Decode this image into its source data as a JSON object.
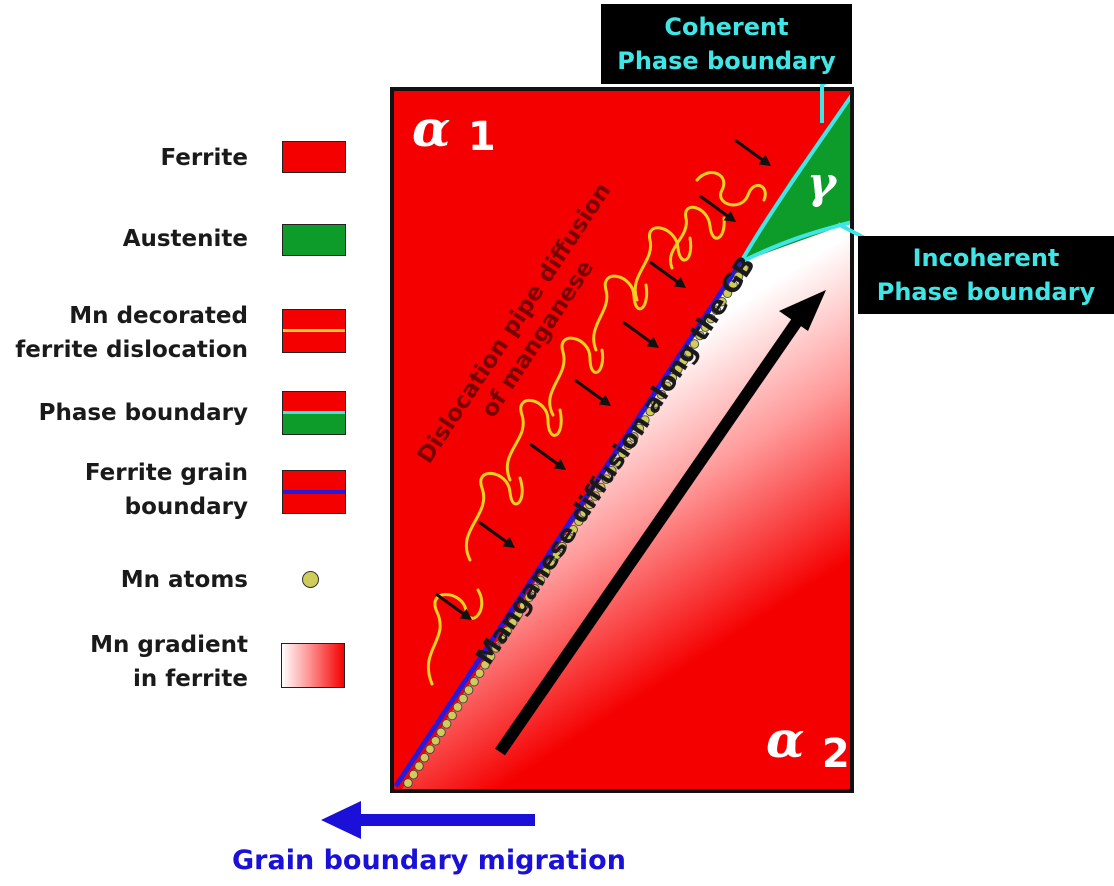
{
  "legend": {
    "ferrite": "Ferrite",
    "austenite": "Austenite",
    "mn_decorated_line1": "Mn decorated",
    "mn_decorated_line2": "ferrite dislocation",
    "phase_boundary": "Phase boundary",
    "ferrite_gb_line1": "Ferrite grain",
    "ferrite_gb_line2": "boundary",
    "mn_atoms": "Mn atoms",
    "mn_gradient_line1": "Mn gradient",
    "mn_gradient_line2": "in ferrite"
  },
  "diagram": {
    "alpha1": "α",
    "alpha1_sub": "1",
    "alpha2": "α",
    "alpha2_sub": "2",
    "gamma": "γ",
    "dislocation_label_line1": "Dislocation pipe diffusion",
    "dislocation_label_line2": "of manganese",
    "gb_diffusion_label": "Manganese diffusion along the GB"
  },
  "callouts": {
    "coherent_line1": "Coherent",
    "coherent_line2": "Phase boundary",
    "incoherent_line1": "Incoherent",
    "incoherent_line2": "Phase boundary"
  },
  "migration": {
    "label": "Grain boundary migration"
  },
  "colors": {
    "ferrite": "#f50000",
    "austenite": "#0d9b2a",
    "phase_boundary": "#40e6e6",
    "grain_boundary": "#2a1ad8",
    "dislocation": "#f0d020",
    "mn_atom": "#cfcc5a",
    "migration": "#1a10d8"
  },
  "icons": {
    "migration_arrow": "left-arrow-icon",
    "diffusion_arrow": "up-right-arrow-icon"
  }
}
